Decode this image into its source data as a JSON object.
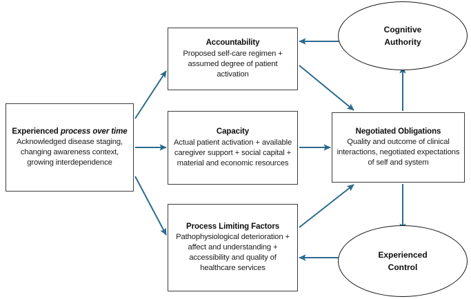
{
  "diagram": {
    "type": "flow-diagram",
    "accent_color": "#2b6a8c",
    "box_border_color": "#3a3a3a",
    "ellipse_border_color": "#17171c",
    "background_color": "#ffffff",
    "nodes": {
      "experienced_process": {
        "shape": "rectangle",
        "title_plain": "Experienced ",
        "title_italic": "process over time",
        "body": "Acknowledged disease staging, changing awareness context, growing interdependence"
      },
      "accountability": {
        "shape": "rectangle",
        "title": "Accountability",
        "body": "Proposed self-care regimen + assumed degree of patient activation"
      },
      "capacity": {
        "shape": "rectangle",
        "title": "Capacity",
        "body": "Actual patient activation + available caregiver support + social capital + material and economic resources"
      },
      "process_limiting_factors": {
        "shape": "rectangle",
        "title": "Process Limiting Factors",
        "body": "Pathophysiological deterioration + affect and understanding + accessibility and quality of healthcare services"
      },
      "negotiated_obligations": {
        "shape": "rectangle",
        "title": "Negotiated Obligations",
        "body": "Quality and outcome of clinical interactions, negotiated expectations of self and system"
      },
      "cognitive_authority": {
        "shape": "ellipse",
        "line1": "Cognitive",
        "line2": "Authority"
      },
      "experienced_control": {
        "shape": "ellipse",
        "line1": "Experienced",
        "line2": "Control"
      }
    },
    "edges": [
      {
        "id": "edge-process-to-accountability",
        "from": "experienced_process",
        "to": "accountability",
        "style": "diagonal-up-right"
      },
      {
        "id": "edge-process-to-capacity",
        "from": "experienced_process",
        "to": "capacity",
        "style": "horizontal-right"
      },
      {
        "id": "edge-process-to-limiting",
        "from": "experienced_process",
        "to": "process_limiting_factors",
        "style": "diagonal-down-right"
      },
      {
        "id": "edge-accountability-to-negotiated",
        "from": "accountability",
        "to": "negotiated_obligations",
        "style": "diagonal-down-right"
      },
      {
        "id": "edge-capacity-to-negotiated",
        "from": "capacity",
        "to": "negotiated_obligations",
        "style": "horizontal-right"
      },
      {
        "id": "edge-limiting-to-negotiated",
        "from": "process_limiting_factors",
        "to": "negotiated_obligations",
        "style": "diagonal-up-right"
      },
      {
        "id": "edge-cognitive-to-accountability",
        "from": "cognitive_authority",
        "to": "accountability",
        "style": "horizontal-left"
      },
      {
        "id": "edge-negotiated-to-cognitive",
        "from": "negotiated_obligations",
        "to": "cognitive_authority",
        "style": "vertical-up"
      },
      {
        "id": "edge-negotiated-to-control",
        "from": "negotiated_obligations",
        "to": "experienced_control",
        "style": "vertical-down"
      },
      {
        "id": "edge-control-to-limiting",
        "from": "experienced_control",
        "to": "process_limiting_factors",
        "style": "horizontal-left"
      }
    ]
  }
}
